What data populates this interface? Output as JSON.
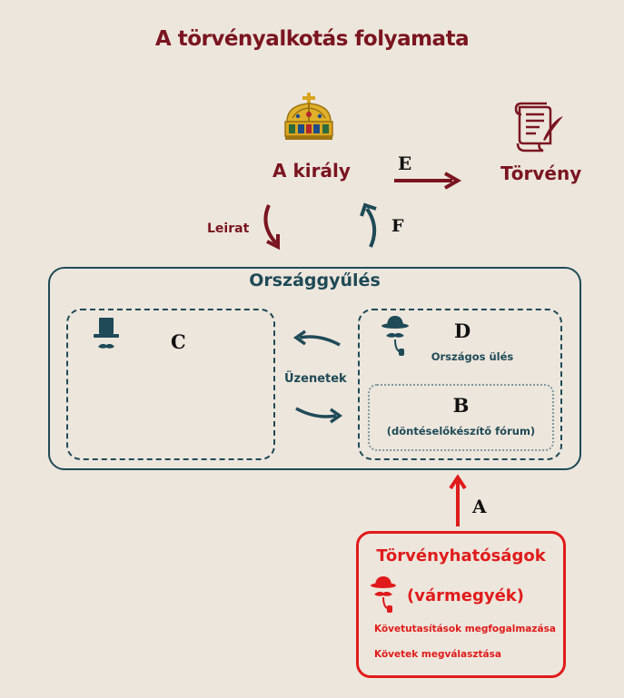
{
  "title": "A törvényalkotás folyamata",
  "king": {
    "label": "A király",
    "icon": "holy-crown-icon"
  },
  "law": {
    "label": "Törvény",
    "icon": "scroll-quill-icon"
  },
  "arrows": {
    "e": "E",
    "f": "F",
    "leirat": "Leirat",
    "a": "A",
    "uzenetek": "Üzenetek"
  },
  "parliament": {
    "title": "Országgyűlés"
  },
  "chamber_c": {
    "letter": "C",
    "icon": "top-hat-icon"
  },
  "chamber_d": {
    "letter": "D",
    "subtitle": "Országos ülés",
    "icon": "hat-mustache-pipe-icon"
  },
  "forum_b": {
    "letter": "B",
    "subtitle": "(döntéselőkészítő fórum)"
  },
  "counties": {
    "title": "Törvényhatóságok",
    "subtitle": "(vármegyék)",
    "item1": "Követutasítások megfogalmazása",
    "item2": "Követek megválasztása",
    "icon": "hat-mustache-pipe-icon"
  },
  "colors": {
    "background": "#ede6dc",
    "dark_red": "#7a1520",
    "teal": "#1f4a57",
    "red": "#e01b1b"
  }
}
